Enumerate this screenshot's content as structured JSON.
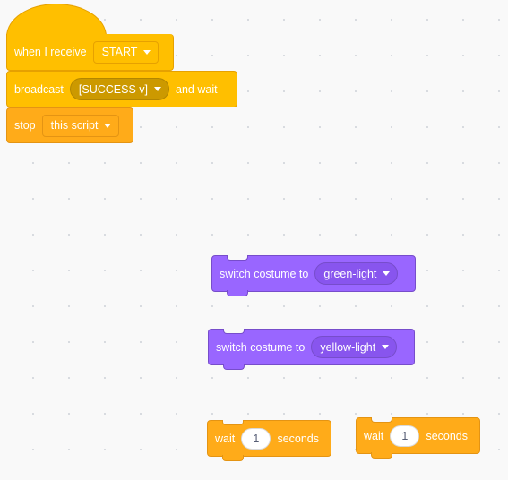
{
  "script": {
    "receive": {
      "label": "when I receive",
      "message": "START"
    },
    "broadcast": {
      "label": "broadcast",
      "message": "[SUCCESS v]",
      "suffix": "and wait"
    },
    "stop": {
      "label": "stop",
      "option": "this script"
    }
  },
  "loose_blocks": {
    "costume_green": {
      "label": "switch costume to",
      "costume": "green-light"
    },
    "costume_yellow": {
      "label": "switch costume to",
      "costume": "yellow-light"
    },
    "wait_1": {
      "label": "wait",
      "value": "1",
      "unit": "seconds"
    },
    "wait_2": {
      "label": "wait",
      "value": "1",
      "unit": "seconds"
    }
  },
  "colors": {
    "events": "#ffbf00",
    "control": "#ffab19",
    "looks": "#9966ff",
    "canvas": "#f9f9f9"
  }
}
